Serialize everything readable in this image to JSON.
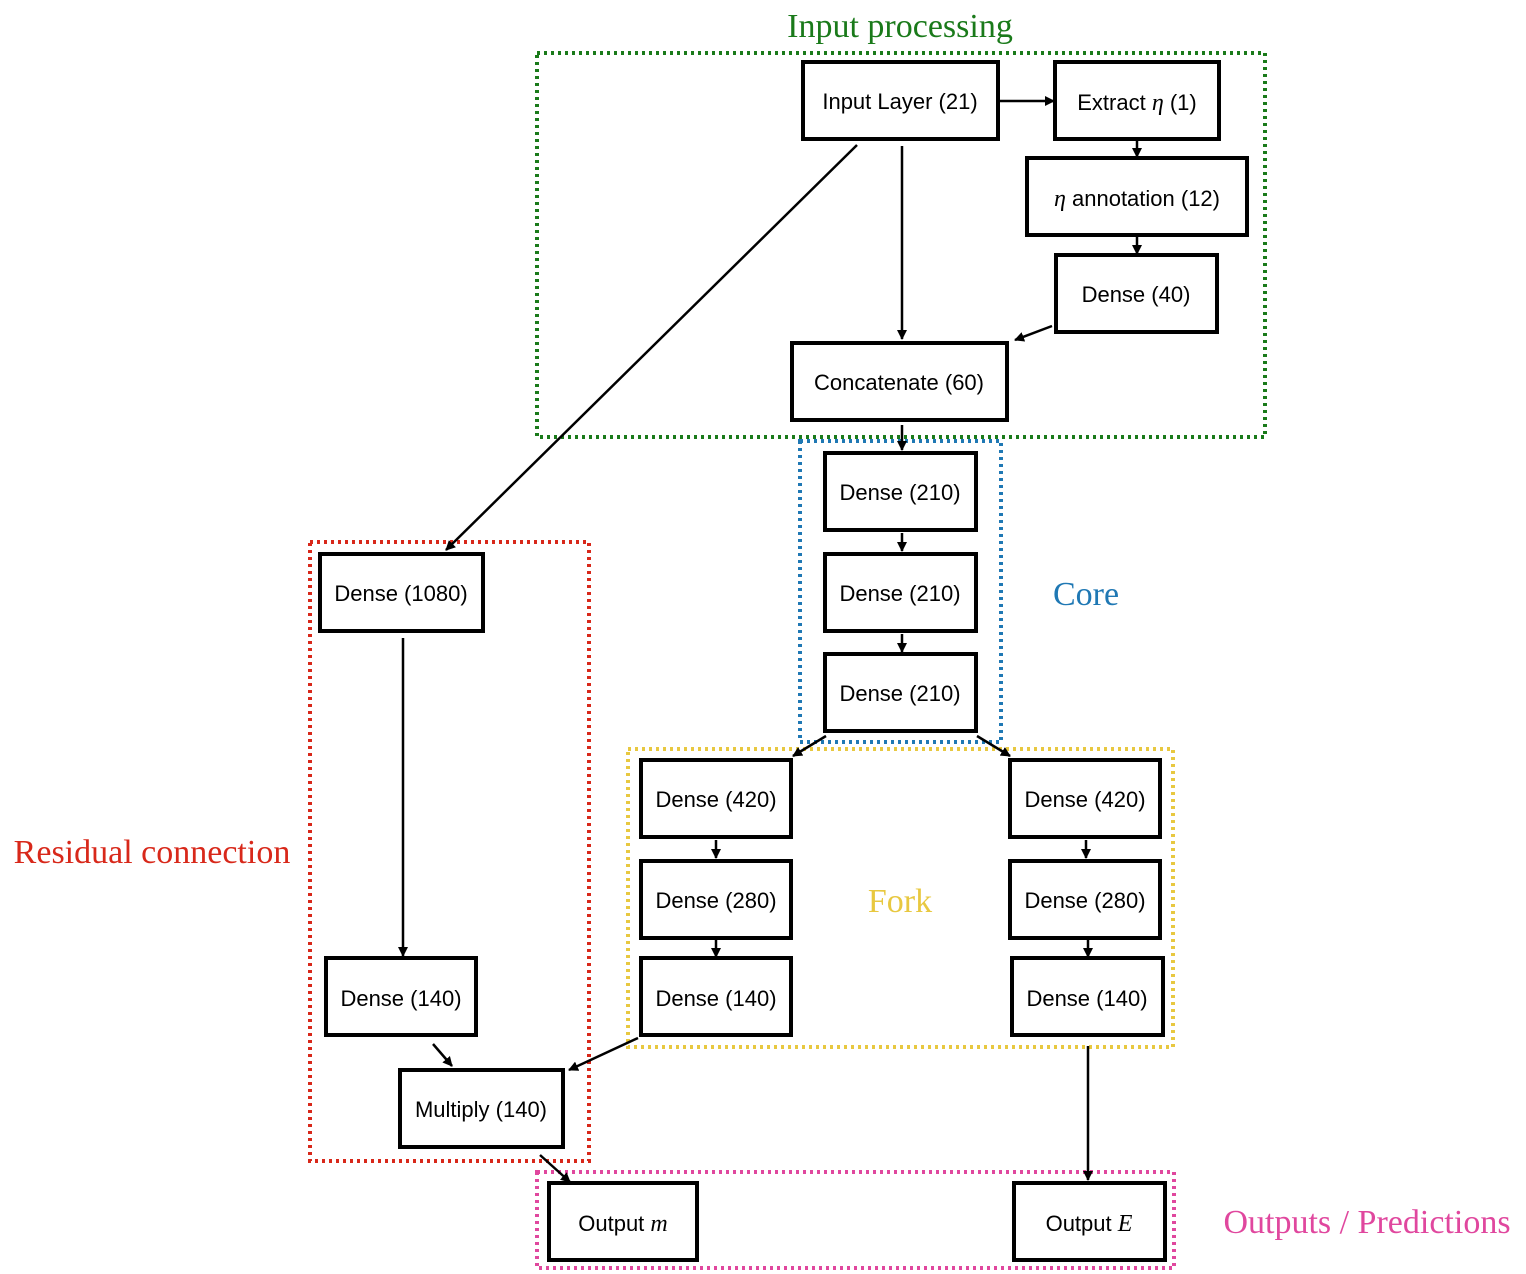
{
  "groups": {
    "input_processing": {
      "label": "Input processing",
      "color": "#1a7a1a"
    },
    "core": {
      "label": "Core",
      "color": "#1f78b4"
    },
    "fork": {
      "label": "Fork",
      "color": "#e8c840"
    },
    "residual": {
      "label": "Residual connection",
      "color": "#d8281a"
    },
    "outputs": {
      "label": "Outputs / Predictions",
      "color": "#e0479e"
    }
  },
  "nodes": {
    "input_layer": {
      "label": "Input Layer (21)"
    },
    "extract_eta": {
      "pre": "Extract ",
      "sym": "η",
      "post": " (1)"
    },
    "eta_annotation": {
      "pre": "",
      "sym": "η",
      "post": " annotation (12)"
    },
    "dense_40": {
      "label": "Dense (40)"
    },
    "concatenate": {
      "label": "Concatenate (60)"
    },
    "core_1": {
      "label": "Dense (210)"
    },
    "core_2": {
      "label": "Dense (210)"
    },
    "core_3": {
      "label": "Dense (210)"
    },
    "fork_l1": {
      "label": "Dense (420)"
    },
    "fork_l2": {
      "label": "Dense (280)"
    },
    "fork_l3": {
      "label": "Dense (140)"
    },
    "fork_r1": {
      "label": "Dense (420)"
    },
    "fork_r2": {
      "label": "Dense (280)"
    },
    "fork_r3": {
      "label": "Dense (140)"
    },
    "res_1080": {
      "label": "Dense (1080)"
    },
    "res_140": {
      "label": "Dense (140)"
    },
    "multiply": {
      "label": "Multiply (140)"
    },
    "output_m": {
      "pre": "Output ",
      "sym": "m",
      "post": ""
    },
    "output_e": {
      "pre": "Output ",
      "sym": "E",
      "post": ""
    }
  }
}
